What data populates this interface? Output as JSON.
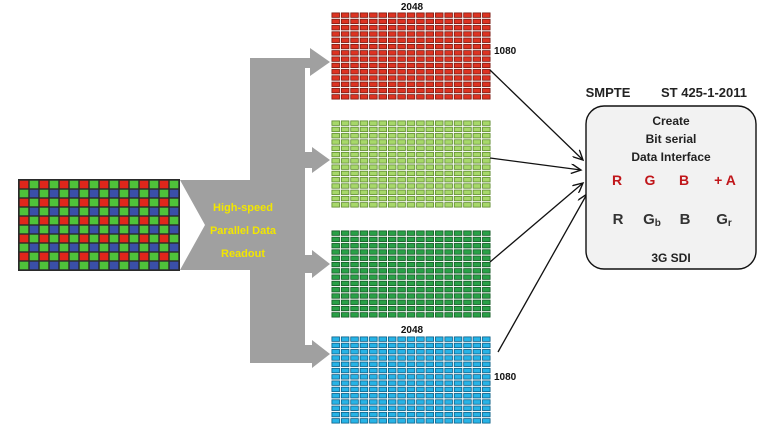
{
  "sensor": {
    "rows": 10,
    "cols": 16,
    "colors": {
      "red": "#e0261b",
      "green": "#4fc23a",
      "blue": "#3a4fa8"
    }
  },
  "readout": {
    "lines": [
      "High-speed",
      "Parallel Data",
      "Readout"
    ],
    "color": "#a0a0a0",
    "text_color": "#f2e600"
  },
  "planes": [
    {
      "name": "red-plane",
      "fill": "#dd3322",
      "stroke": "#7a1a12",
      "top_label": "2048",
      "side_label": "1080"
    },
    {
      "name": "light-green-plane",
      "fill": "#a7d86a",
      "stroke": "#5e8a2e",
      "top_label": "",
      "side_label": ""
    },
    {
      "name": "green-plane",
      "fill": "#29a047",
      "stroke": "#145a26",
      "top_label": "",
      "side_label": ""
    },
    {
      "name": "blue-plane",
      "fill": "#27b3e6",
      "stroke": "#0d5f86",
      "top_label": "2048",
      "side_label": "1080"
    }
  ],
  "plane_grid": {
    "rows": 14,
    "cols": 17
  },
  "smpte": {
    "title_left": "SMPTE",
    "title_right": "ST 425-1-2011",
    "create_lines": [
      "Create",
      "Bit serial",
      "Data Interface"
    ],
    "row1": [
      "R",
      "G",
      "B",
      "+ A"
    ],
    "row1_color": "#c0161a",
    "row2": [
      {
        "main": "R",
        "sub": ""
      },
      {
        "main": "G",
        "sub": "b"
      },
      {
        "main": "B",
        "sub": ""
      },
      {
        "main": "G",
        "sub": "r"
      }
    ],
    "footer": "3G SDI"
  }
}
